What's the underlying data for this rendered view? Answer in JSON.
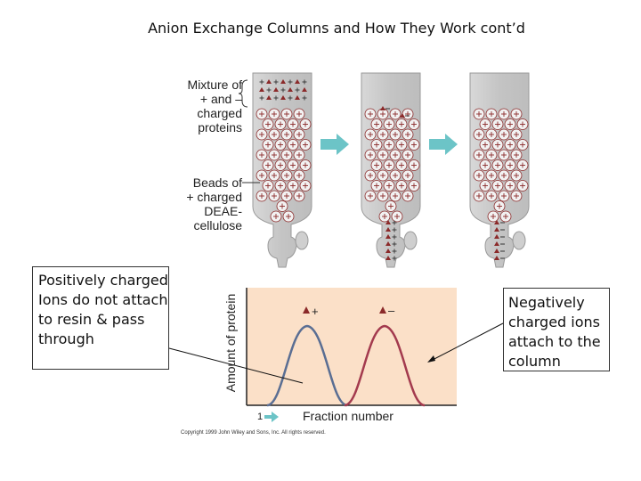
{
  "title": "Anion Exchange Columns and How They Work cont’d",
  "labels": {
    "mixture": [
      "Mixture of",
      "+ and –",
      "charged",
      "proteins"
    ],
    "beads": [
      "Beads of",
      "+ charged",
      "DEAE-",
      "cellulose"
    ]
  },
  "callouts": {
    "left": "Positively charged Ions do not attach to resin & pass through",
    "right": "Negatively charged ions attach to the column"
  },
  "chart_data": {
    "type": "line",
    "xlabel": "Fraction number",
    "ylabel": "Amount of protein",
    "x_start_label": "1",
    "series": [
      {
        "name": "+",
        "color": "#5a6e93",
        "peak_fraction": 0.3
      },
      {
        "name": "–",
        "color": "#a33a4e",
        "peak_fraction": 0.6
      }
    ],
    "background": "#fbe0c8"
  },
  "copyright": "Copyright 1999 John Wiley and Sons, Inc. All rights reserved.",
  "colors": {
    "column": "#c9c9c9",
    "column_edge": "#999999",
    "arrow": "#6cc4c7",
    "triangle": "#8b2a2a"
  }
}
